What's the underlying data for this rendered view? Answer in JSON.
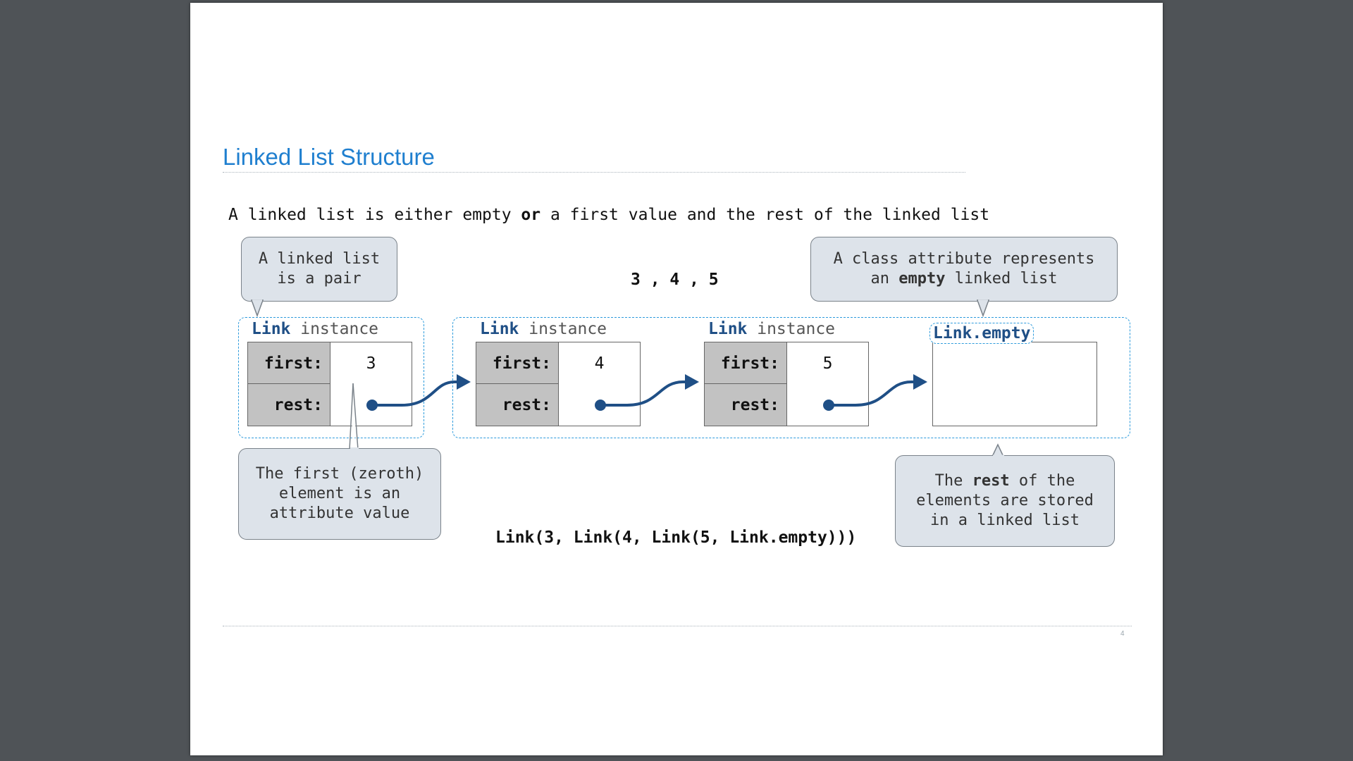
{
  "slide": {
    "title": "Linked List Structure",
    "definition_pre": "A linked list is either empty ",
    "definition_bold": "or",
    "definition_post": " a first value and the rest of the linked list",
    "sequence": "3 , 4 , 5",
    "expression": "Link(3, Link(4, Link(5, Link.empty)))",
    "page_number": "4"
  },
  "callouts": {
    "pair": {
      "line1": "A linked list",
      "line2": "is a pair"
    },
    "class_attr": {
      "line1": "A class attribute represents",
      "line2_pre": "an ",
      "line2_bold": "empty",
      "line2_post": " linked list"
    },
    "first_elem": {
      "line1": "The first (zeroth)",
      "line2": "element is an",
      "line3": "attribute value"
    },
    "rest": {
      "line1_pre": "The ",
      "line1_bold": "rest",
      "line1_post": " of the",
      "line2": "elements are stored",
      "line3": "in a linked list"
    }
  },
  "links": [
    {
      "class_name": "Link",
      "suffix": " instance",
      "first_label": "first:",
      "rest_label": "rest:",
      "first_value": "3"
    },
    {
      "class_name": "Link",
      "suffix": " instance",
      "first_label": "first:",
      "rest_label": "rest:",
      "first_value": "4"
    },
    {
      "class_name": "Link",
      "suffix": " instance",
      "first_label": "first:",
      "rest_label": "rest:",
      "first_value": "5"
    }
  ],
  "empty_link": {
    "label": "Link.empty"
  },
  "colors": {
    "title": "#1f7fcf",
    "arrow": "#1f4f86",
    "frame": "#2d9bdc",
    "callout_fill": "#dde3ea",
    "key_cell": "#c2c2c2"
  }
}
